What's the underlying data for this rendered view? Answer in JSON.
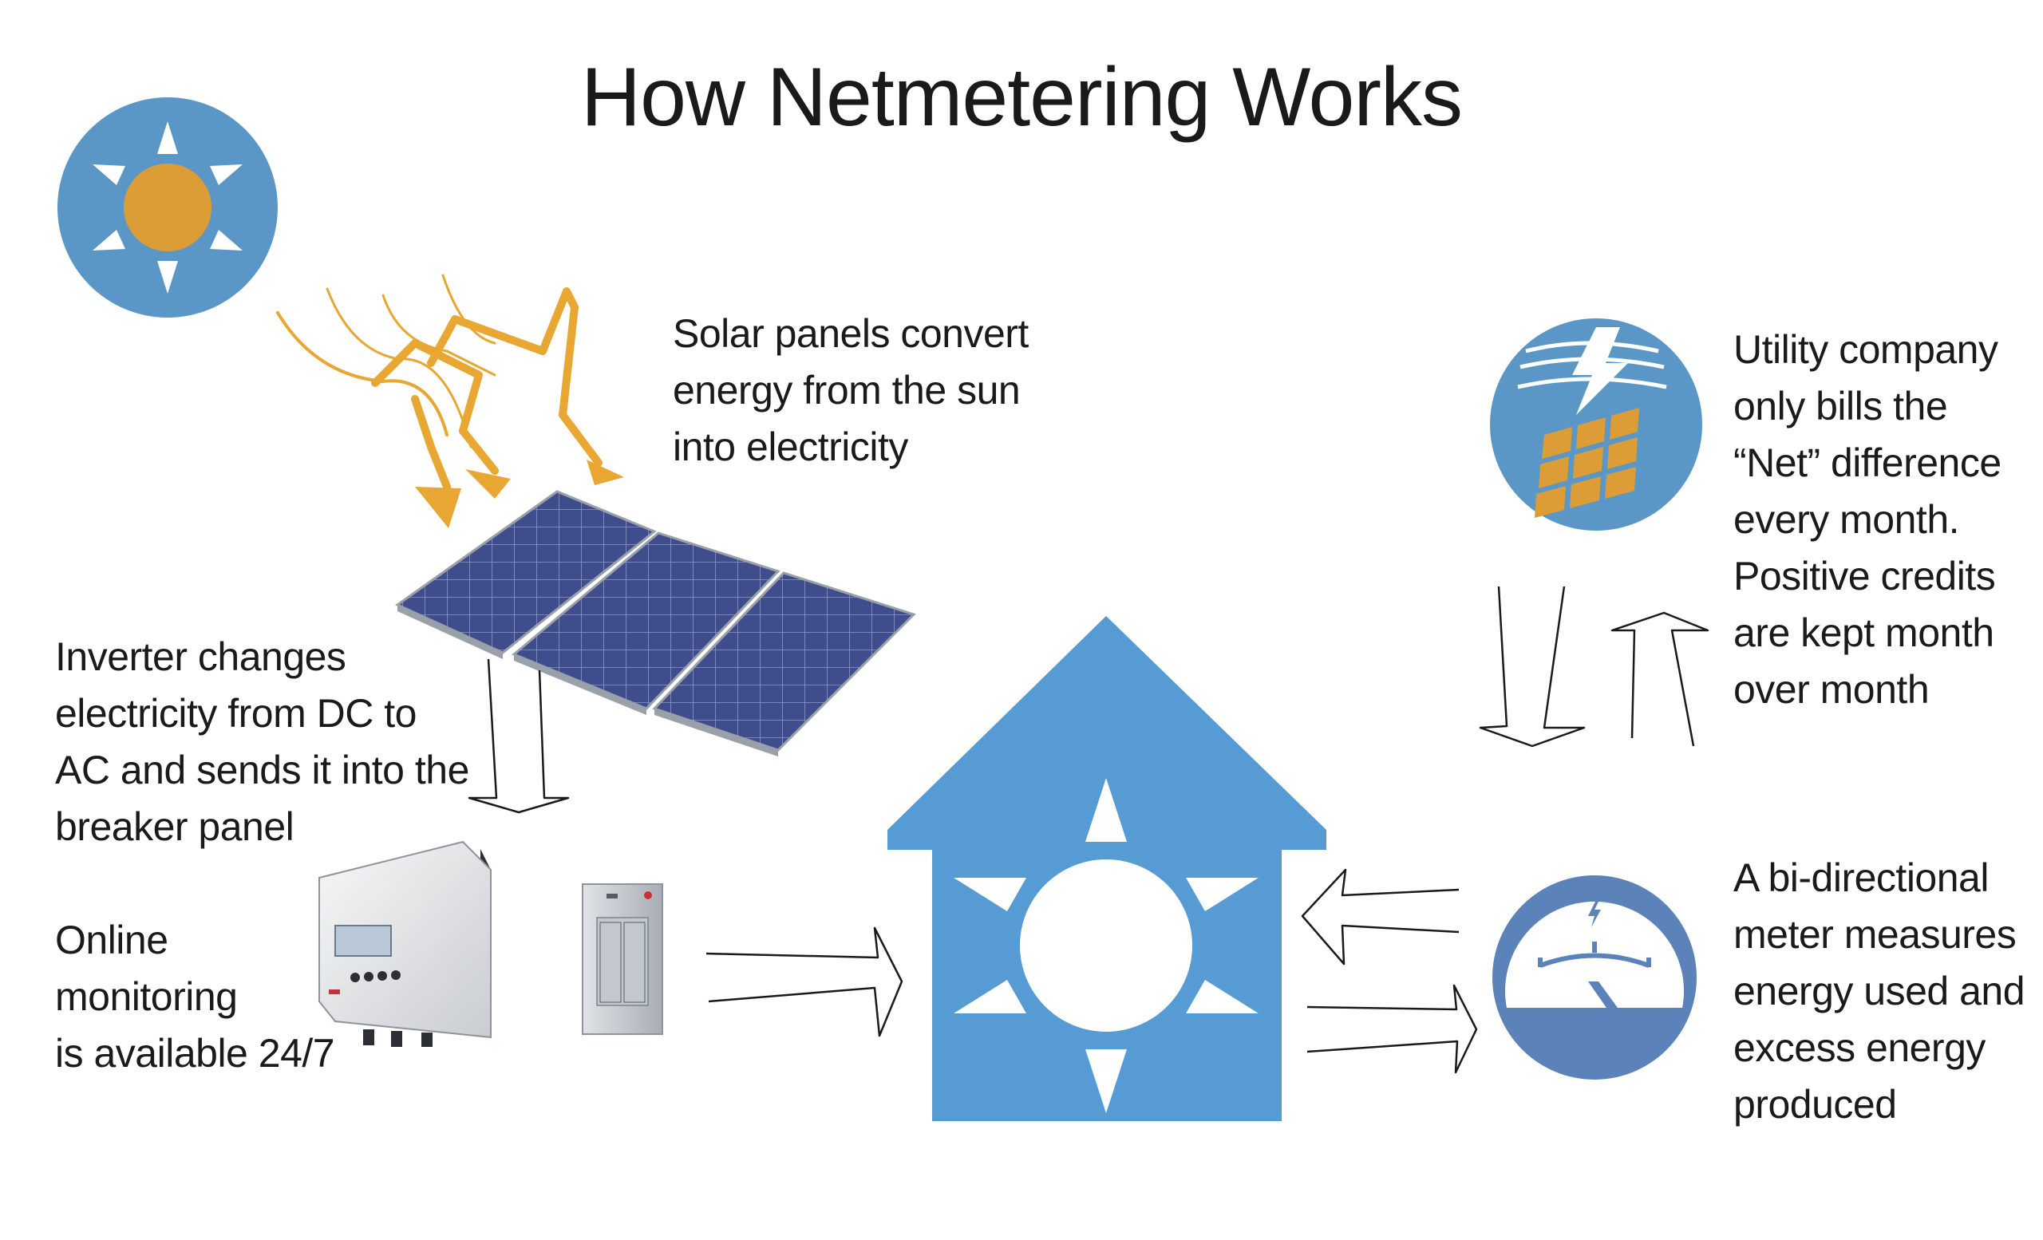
{
  "title": "How Netmetering Works",
  "captions": {
    "solar_panels": "Solar panels convert\nenergy from the sun\ninto electricity",
    "inverter": "Inverter changes\nelectricity from DC to\nAC and sends it into the\nbreaker panel",
    "monitoring": "Online\nmonitoring\nis available 24/7",
    "utility": "Utility company\nonly bills the\n“Net” difference\nevery month.\nPositive credits\nare kept month\nover month",
    "meter": "A bi-directional\nmeter measures\nenergy used and\nexcess energy\nproduced"
  },
  "colors": {
    "accent_blue": "#5b97c6",
    "house_blue": "#569bd4",
    "sun_orange": "#dc9d36",
    "ray_orange": "#e8a633",
    "panel_blue": "#3f4d8c",
    "meter_blue": "#5b83b9"
  },
  "icons": [
    "sun-icon",
    "sun-rays-icon",
    "solar-panels",
    "inverter",
    "breaker-panel",
    "house-icon",
    "utility-icon",
    "meter-icon"
  ]
}
